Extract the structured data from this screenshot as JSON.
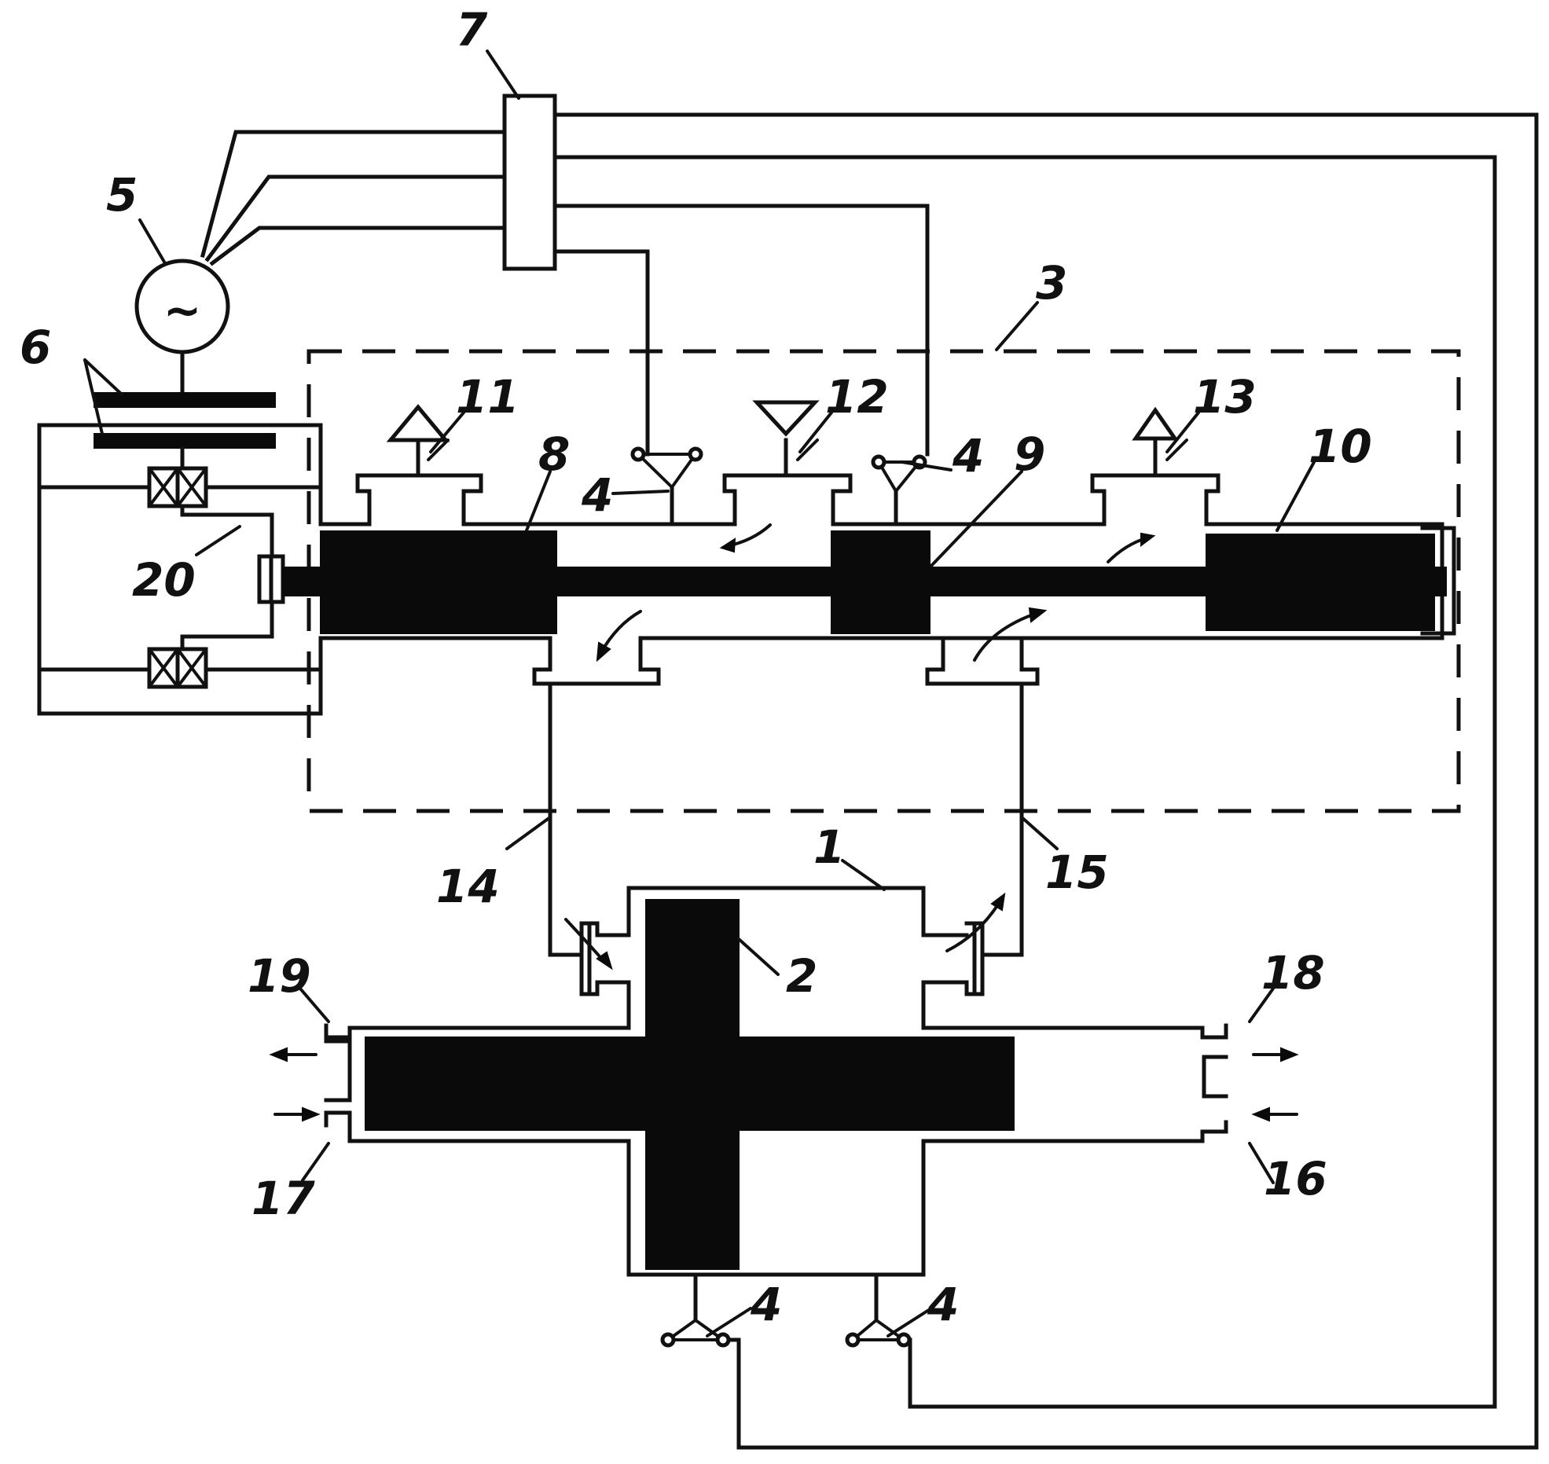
{
  "labels": {
    "housing": "1",
    "piston": "2",
    "control_unit": "3",
    "valves": "4",
    "generator": "5",
    "plates": "6",
    "controller": "7",
    "spool_left": "8",
    "spool_mid": "9",
    "spool_right": "10",
    "port_11": "11",
    "port_12": "12",
    "port_13": "13",
    "line_14": "14",
    "line_15": "15",
    "port_16": "16",
    "port_17": "17",
    "port_18": "18",
    "port_19": "19",
    "wire_20": "20"
  },
  "generator_symbol": "~",
  "colors": {
    "ink": "#111111",
    "paper": "#ffffff"
  }
}
